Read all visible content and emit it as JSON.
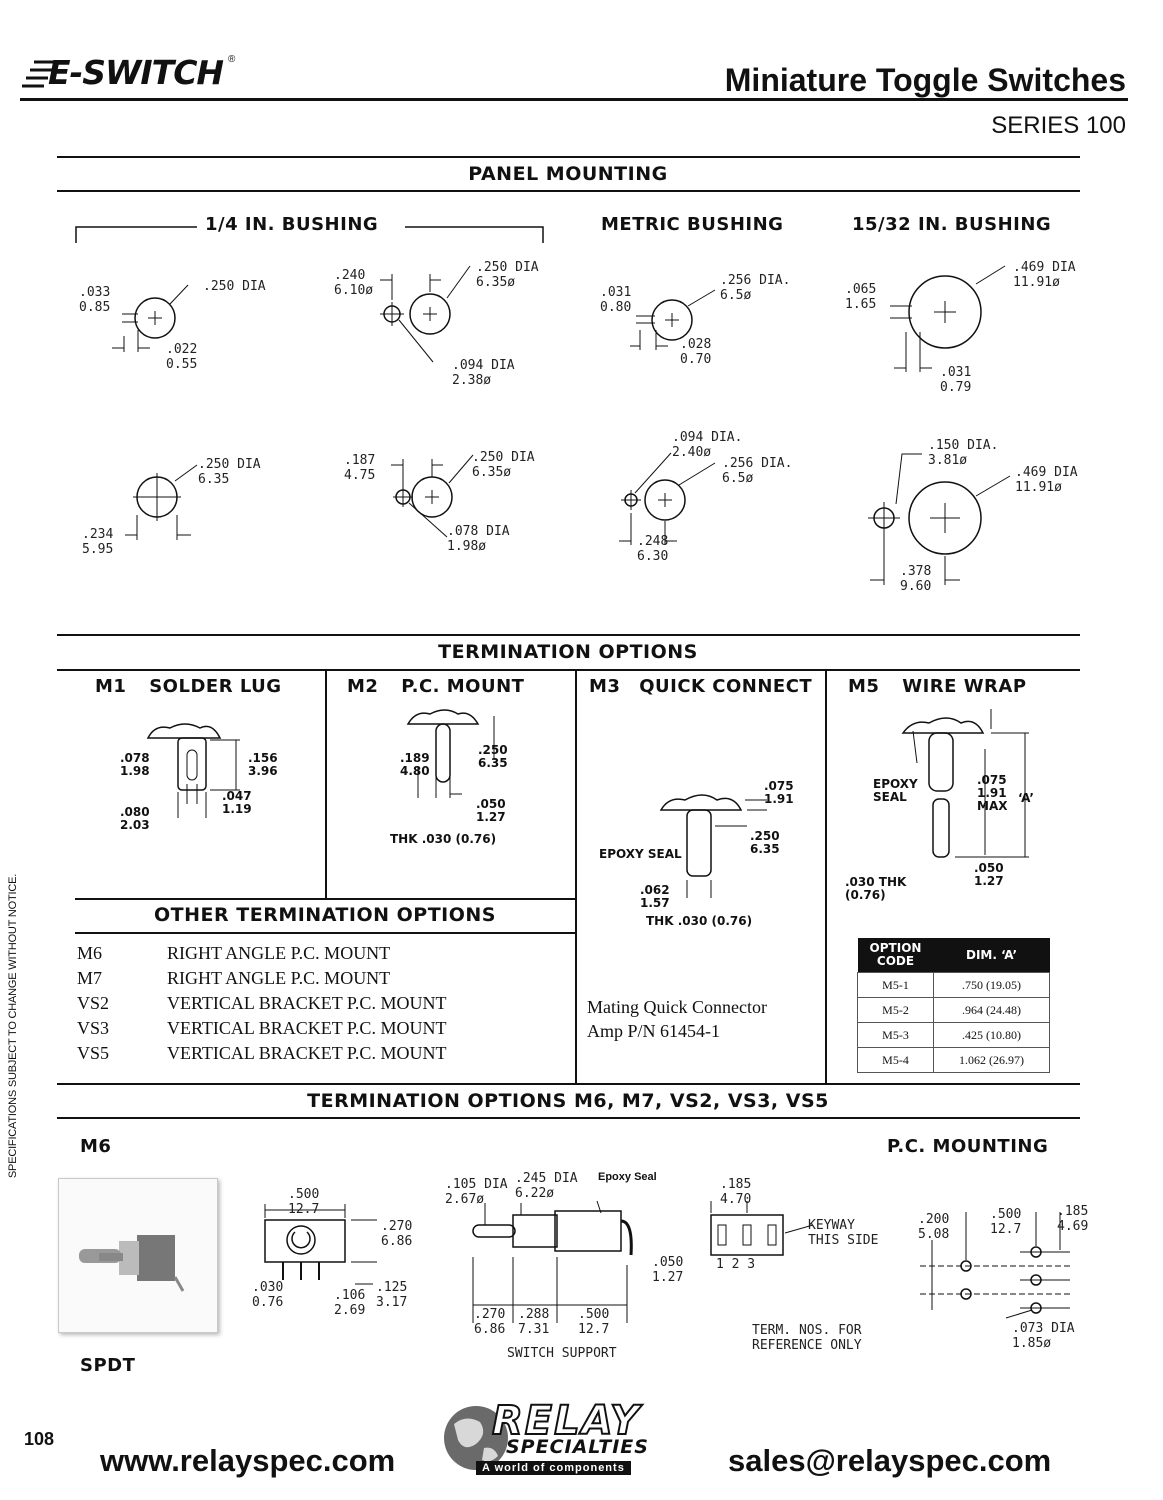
{
  "header": {
    "brand": "E-SWITCH",
    "reg_mark": "®",
    "title": "Miniature Toggle Switches",
    "series": "SERIES 100"
  },
  "panel_mounting": {
    "title": "PANEL MOUNTING",
    "col1": "1/4 IN. BUSHING",
    "col2": "METRIC BUSHING",
    "col3": "15/32 IN. BUSHING",
    "d1": {
      "a": ".033\n0.85",
      "b": ".250 DIA",
      "c": ".022\n0.55"
    },
    "d2": {
      "a": ".240\n6.10ø",
      "b": ".250 DIA\n6.35ø",
      "c": ".094 DIA\n2.38ø"
    },
    "d3": {
      "a": ".031\n0.80",
      "b": ".256 DIA.\n6.5ø",
      "c": ".028\n0.70"
    },
    "d4": {
      "a": ".065\n1.65",
      "b": ".469 DIA\n11.91ø",
      "c": ".031\n0.79"
    },
    "d5": {
      "a": ".250 DIA\n6.35",
      "b": ".234\n5.95"
    },
    "d6": {
      "a": ".187\n4.75",
      "b": ".250 DIA\n6.35ø",
      "c": ".078 DIA\n1.98ø"
    },
    "d7": {
      "a": ".094 DIA.\n2.40ø",
      "b": ".256 DIA.\n6.5ø",
      "c": ".248\n6.30"
    },
    "d8": {
      "a": ".150 DIA.\n3.81ø",
      "b": ".469 DIA\n11.91ø",
      "c": ".378\n9.60"
    }
  },
  "termination": {
    "title": "TERMINATION OPTIONS",
    "m1": {
      "code": "M1",
      "name": "SOLDER LUG",
      "a": ".078\n1.98",
      "b": ".156\n3.96",
      "c": ".047\n1.19",
      "d": ".080\n2.03"
    },
    "m2": {
      "code": "M2",
      "name": "P.C. MOUNT",
      "a": ".189\n4.80",
      "b": ".250\n6.35",
      "c": ".050\n1.27",
      "thk": "THK .030 (0.76)"
    },
    "m3": {
      "code": "M3",
      "name": "QUICK CONNECT",
      "a": ".075\n1.91",
      "b": ".250\n6.35",
      "seal": "EPOXY SEAL",
      "c": ".062\n1.57",
      "thk": "THK .030 (0.76)",
      "mating1": "Mating Quick Connector",
      "mating2": "Amp P/N 61454-1"
    },
    "m5": {
      "code": "M5",
      "name": "WIRE WRAP",
      "seal": "EPOXY\nSEAL",
      "a": ".075\n1.91\nMAX",
      "dim_a": "‘A’",
      "b": ".050\n1.27",
      "thk": ".030 THK\n(0.76)"
    }
  },
  "other_options": {
    "title": "OTHER TERMINATION OPTIONS",
    "rows": [
      {
        "code": "M6",
        "desc": "RIGHT ANGLE P.C. MOUNT"
      },
      {
        "code": "M7",
        "desc": "RIGHT ANGLE P.C. MOUNT"
      },
      {
        "code": "VS2",
        "desc": "VERTICAL BRACKET P.C. MOUNT"
      },
      {
        "code": "VS3",
        "desc": "VERTICAL BRACKET P.C. MOUNT"
      },
      {
        "code": "VS5",
        "desc": "VERTICAL BRACKET P.C. MOUNT"
      }
    ]
  },
  "dim_table": {
    "headers": [
      "OPTION\nCODE",
      "DIM. ‘A’"
    ],
    "rows": [
      [
        "M5-1",
        ".750 (19.05)"
      ],
      [
        "M5-2",
        ".964 (24.48)"
      ],
      [
        "M5-3",
        ".425 (10.80)"
      ],
      [
        "M5-4",
        "1.062 (26.97)"
      ]
    ]
  },
  "bottom": {
    "title": "TERMINATION OPTIONS M6, M7, VS2, VS3, VS5",
    "m6": "M6",
    "pc_mounting": "P.C. MOUNTING",
    "spdt": "SPDT",
    "s1": {
      "a": ".500\n12.7",
      "b": ".270\n6.86",
      "c": ".030\n0.76",
      "d": ".106\n2.69",
      "e": ".125\n3.17"
    },
    "s2": {
      "a": ".105 DIA\n2.67ø",
      "b": ".245 DIA\n6.22ø",
      "seal": "Epoxy Seal",
      "c": ".050\n1.27",
      "d": ".270\n6.86",
      "e": ".288\n7.31",
      "f": ".500\n12.7",
      "support": "SWITCH SUPPORT"
    },
    "s3": {
      "a": ".185\n4.70",
      "keyway": "KEYWAY\nTHIS SIDE",
      "nums": "1 2 3",
      "note": "TERM. NOS. FOR\nREFERENCE ONLY"
    },
    "s4": {
      "a": ".200\n5.08",
      "b": ".500\n12.7",
      "c": ".185\n4.69",
      "d": ".073 DIA\n1.85ø"
    }
  },
  "side_note": "SPECIFICATIONS SUBJECT TO CHANGE WITHOUT NOTICE.",
  "footer": {
    "page": "108",
    "website": "www.relayspec.com",
    "email": "sales@relayspec.com",
    "logo1": "RELAY",
    "logo2": "SPECIALTIES",
    "logo3": "A world of components"
  }
}
